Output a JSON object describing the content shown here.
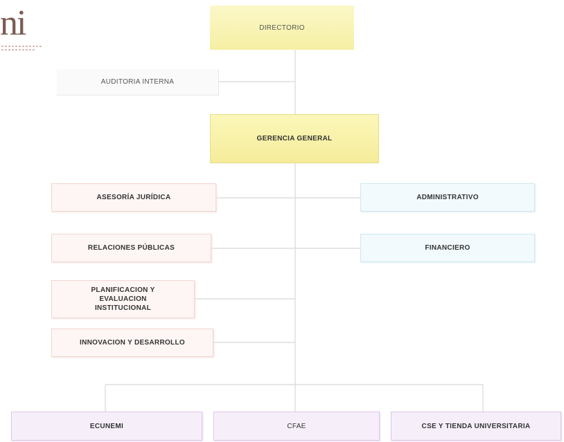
{
  "logo": {
    "letters": "ni"
  },
  "nodes": {
    "directorio": "DIRECTORIO",
    "auditoria": "AUDITORIA INTERNA",
    "gerencia": "GERENCIA GENERAL",
    "asesoria": "ASESORÍA JURÍDICA",
    "relaciones": "RELACIONES PÚBLICAS",
    "planificacion_l1": "PLANIFICACION Y",
    "planificacion_l2": "EVALUACION",
    "planificacion_l3": "INSTITUCIONAL",
    "innovacion": "INNOVACION Y DESARROLLO",
    "administrativo": "ADMINISTRATIVO",
    "financiero": "FINANCIERO",
    "ecunemi": "ECUNEMI",
    "cfae": "CFAE",
    "cse": "CSE Y TIENDA UNIVERSITARIA"
  },
  "colors": {
    "yellow": "#f6efa4",
    "pink": "#fdf6f4",
    "blue": "#f2fafd",
    "purple": "#f6effa",
    "connector": "#d8d8d8"
  }
}
